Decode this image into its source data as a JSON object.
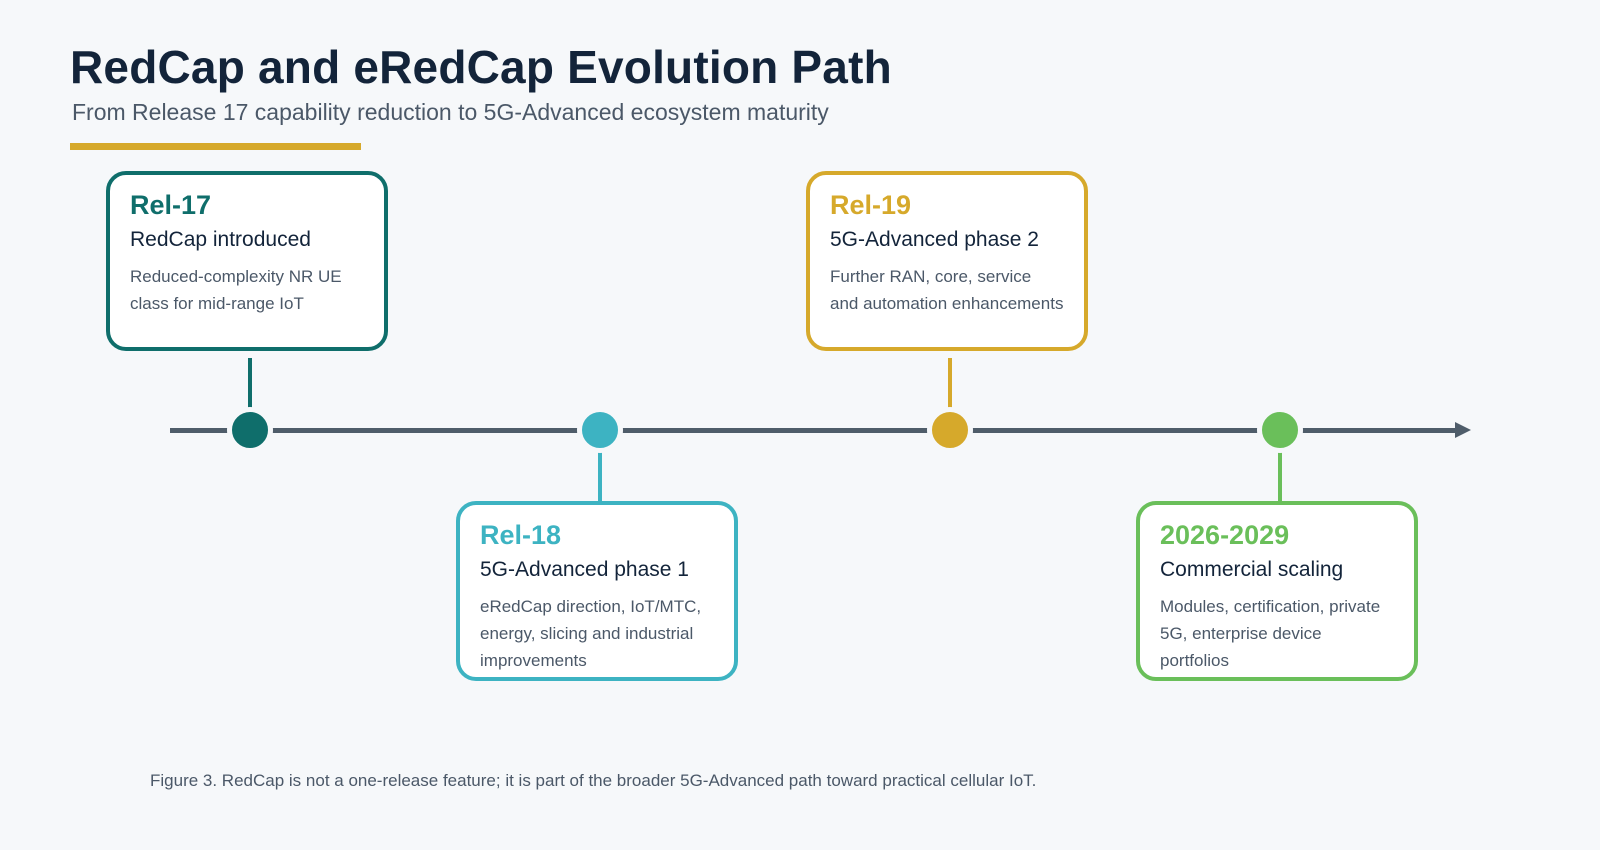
{
  "header": {
    "title": "RedCap and eRedCap Evolution Path",
    "subtitle": "From Release 17 capability reduction to 5G-Advanced ecosystem maturity"
  },
  "milestones": [
    {
      "release": "Rel-17",
      "heading": "RedCap introduced",
      "description": "Reduced-complexity NR UE class for mid-range IoT",
      "color": "#0f6e6b",
      "position": "above"
    },
    {
      "release": "Rel-18",
      "heading": "5G-Advanced phase 1",
      "description": "eRedCap direction, IoT/MTC, energy, slicing and industrial improvements",
      "color": "#3db3c2",
      "position": "below"
    },
    {
      "release": "Rel-19",
      "heading": "5G-Advanced phase 2",
      "description": "Further RAN, core, service and automation enhancements",
      "color": "#d6a92b",
      "position": "above"
    },
    {
      "release": "2026-2029",
      "heading": "Commercial scaling",
      "description": "Modules, certification, private 5G, enterprise device portfolios",
      "color": "#6abf5a",
      "position": "below"
    }
  ],
  "caption": "Figure 3. RedCap is not a one-release feature; it is part of the broader 5G-Advanced path toward practical cellular IoT."
}
